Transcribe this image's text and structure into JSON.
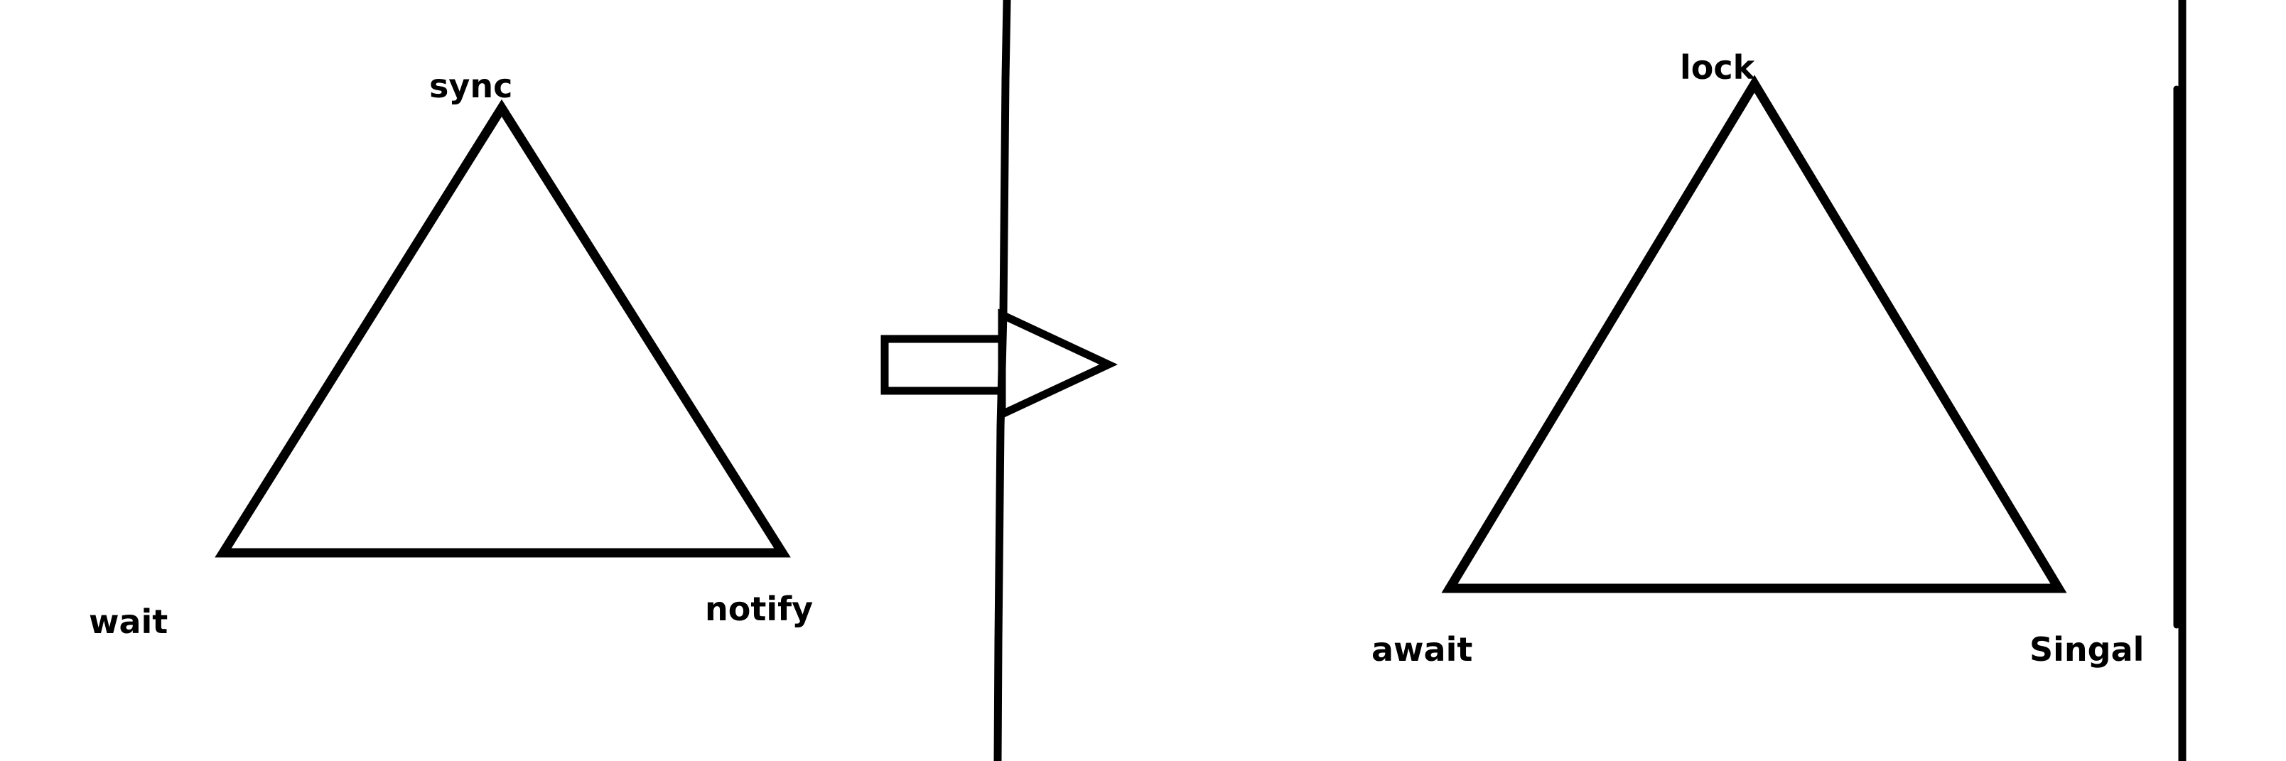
{
  "colors": {
    "background": "#ffffff",
    "stroke": "#000000"
  },
  "diagram": {
    "left_triangle": {
      "top_label": "sync",
      "left_label": "wait",
      "right_label": "notify"
    },
    "right_triangle": {
      "top_label": "lock",
      "left_label": "await",
      "right_label": "Singal"
    }
  }
}
